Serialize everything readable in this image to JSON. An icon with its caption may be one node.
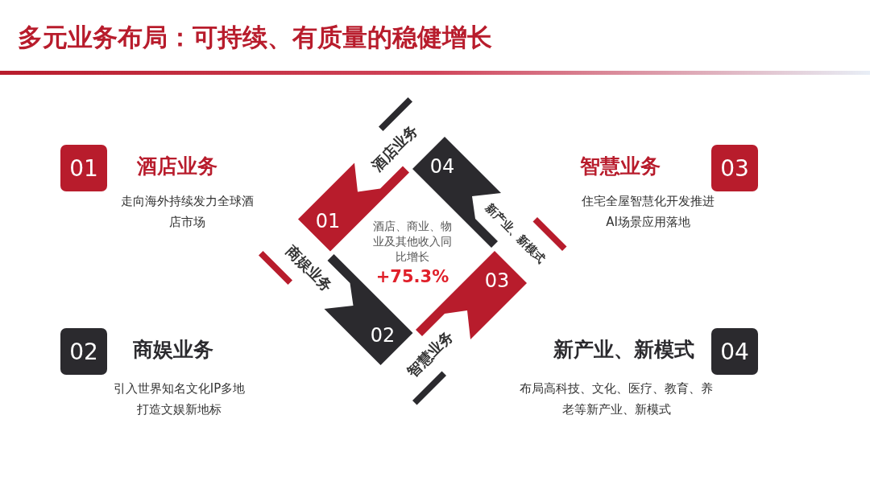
{
  "diagram": {
    "title": "多元业务布局：可持续、有质量的稳健增长",
    "nodes": [
      {
        "text": [
          "01"
        ],
        "beside": [
          "酒店业务",
          "走向海外持续发力全球酒店市场"
        ]
      },
      {
        "text": [
          "03"
        ],
        "beside": [
          "智慧业务",
          "住宅全屋智慧化开发推进AI场景应用落地"
        ]
      },
      {
        "text": [
          "01"
        ],
        "beside": [
          "酒店业务"
        ]
      },
      {
        "text": [
          "04"
        ],
        "beside": [
          "新产业、新模式"
        ]
      },
      {
        "text": [
          "02"
        ],
        "beside": [
          "商娱业务"
        ]
      },
      {
        "text": [
          "03"
        ],
        "beside": [
          "智慧业务"
        ]
      },
      {
        "text": [
          "02"
        ],
        "beside": [
          "商娱业务",
          "引入世界知名文化IP多地打造文娱新地标"
        ]
      },
      {
        "text": [
          "04"
        ],
        "beside": [
          "新产业、新模式",
          "布局高科技、文化、医疗、教育、养老等新产业、新模式"
        ]
      }
    ],
    "labels": [
      "酒店、商业、物业及其他收入同比增长",
      "+75.3%"
    ]
  }
}
